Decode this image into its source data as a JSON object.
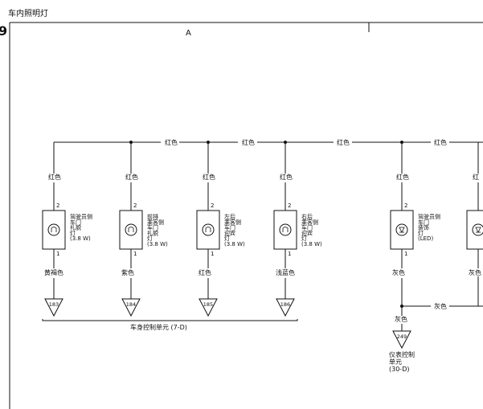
{
  "title": "车内照明灯",
  "frame_marker": "9",
  "section_label": "A",
  "top_bus": {
    "labels": [
      "红色",
      "红色",
      "红色",
      "红色"
    ]
  },
  "lamps": [
    {
      "wire_top": "红色",
      "pin_top": "2",
      "pin_bottom": "1",
      "wire_bottom": "黄褐色",
      "name_lines": [
        "驾驶员侧",
        "车门",
        "礼貌",
        "灯",
        "(3.8 W)"
      ],
      "type": "bulb",
      "ground": "183"
    },
    {
      "wire_top": "红色",
      "pin_top": "2",
      "pin_bottom": "1",
      "wire_bottom": "紫色",
      "name_lines": [
        "前排",
        "乘客侧",
        "车门",
        "礼貌",
        "灯",
        "(3.8 W)"
      ],
      "type": "bulb",
      "ground": "184"
    },
    {
      "wire_top": "红色",
      "pin_top": "2",
      "pin_bottom": "1",
      "wire_bottom": "红色",
      "name_lines": [
        "左后",
        "乘客侧",
        "车门",
        "迎宾",
        "灯",
        "(3.8 W)"
      ],
      "type": "bulb",
      "ground": "185"
    },
    {
      "wire_top": "红色",
      "pin_top": "2",
      "pin_bottom": "1",
      "wire_bottom": "浅蓝色",
      "name_lines": [
        "右后",
        "乘客侧",
        "车门",
        "迎宾",
        "灯",
        "(3.8 W)"
      ],
      "type": "bulb",
      "ground": "186"
    },
    {
      "wire_top": "红色",
      "pin_top": "2",
      "pin_bottom": "1",
      "wire_bottom": "灰色",
      "name_lines": [
        "驾驶员侧",
        "车门",
        "装饰",
        "灯",
        "(LED)"
      ],
      "type": "led",
      "ground": ""
    },
    {
      "wire_top": "红",
      "pin_top": "",
      "pin_bottom": "",
      "wire_bottom": "灰色",
      "name_lines": [],
      "type": "led",
      "ground": ""
    }
  ],
  "bottom_bus": {
    "label": "灰色"
  },
  "body_control_unit": "车身控制单元 (7-D)",
  "meter_branch": {
    "wire": "灰色",
    "ground": "249",
    "unit_lines": [
      "仪表控制",
      "单元",
      "(30-D)"
    ]
  }
}
